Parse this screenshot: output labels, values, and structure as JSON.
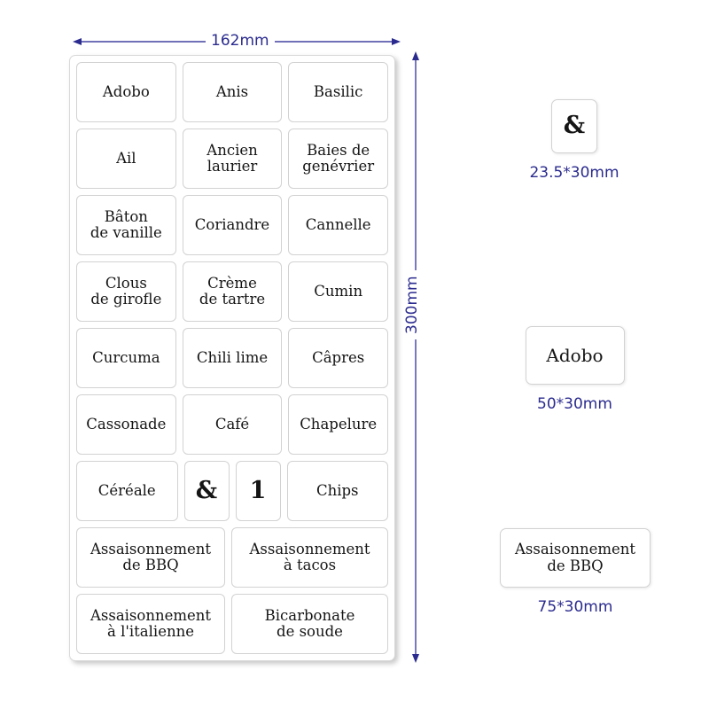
{
  "dimensions": {
    "width_label": "162mm",
    "height_label": "300mm",
    "annotation_color": "#2b2b8f"
  },
  "sheet": {
    "rows": [
      {
        "type": "three-up",
        "cells": [
          {
            "text": "Adobo",
            "kind": "word"
          },
          {
            "text": "Anis",
            "kind": "word"
          },
          {
            "text": "Basilic",
            "kind": "word"
          }
        ]
      },
      {
        "type": "three-up",
        "cells": [
          {
            "text": "Ail",
            "kind": "word"
          },
          {
            "text": "Ancien\nlaurier",
            "kind": "word"
          },
          {
            "text": "Baies de\ngenévrier",
            "kind": "word"
          }
        ]
      },
      {
        "type": "three-up",
        "cells": [
          {
            "text": "Bâton\nde vanille",
            "kind": "word"
          },
          {
            "text": "Coriandre",
            "kind": "word"
          },
          {
            "text": "Cannelle",
            "kind": "word"
          }
        ]
      },
      {
        "type": "three-up",
        "cells": [
          {
            "text": "Clous\nde girofle",
            "kind": "word"
          },
          {
            "text": "Crème\nde tartre",
            "kind": "word"
          },
          {
            "text": "Cumin",
            "kind": "word"
          }
        ]
      },
      {
        "type": "three-up",
        "cells": [
          {
            "text": "Curcuma",
            "kind": "word"
          },
          {
            "text": "Chili lime",
            "kind": "word"
          },
          {
            "text": "Câpres",
            "kind": "word"
          }
        ]
      },
      {
        "type": "three-up",
        "cells": [
          {
            "text": "Cassonade",
            "kind": "word"
          },
          {
            "text": "Café",
            "kind": "word"
          },
          {
            "text": "Chapelure",
            "kind": "word"
          }
        ]
      },
      {
        "type": "mixed",
        "cells": [
          {
            "text": "Céréale",
            "kind": "word"
          },
          {
            "text": "&",
            "kind": "glyph"
          },
          {
            "text": "1",
            "kind": "glyph"
          },
          {
            "text": "Chips",
            "kind": "word"
          }
        ]
      },
      {
        "type": "two-up",
        "cells": [
          {
            "text": "Assaisonnement\nde BBQ",
            "kind": "word"
          },
          {
            "text": "Assaisonnement\nà tacos",
            "kind": "word"
          }
        ]
      },
      {
        "type": "two-up",
        "cells": [
          {
            "text": "Assaisonnement\nà l'italienne",
            "kind": "word"
          },
          {
            "text": "Bicarbonate\nde soude",
            "kind": "word"
          }
        ]
      }
    ]
  },
  "samples": [
    {
      "text": "&",
      "size_caption": "23.5*30mm"
    },
    {
      "text": "Adobo",
      "size_caption": "50*30mm"
    },
    {
      "text": "Assaisonnement\nde BBQ",
      "size_caption": "75*30mm"
    }
  ]
}
